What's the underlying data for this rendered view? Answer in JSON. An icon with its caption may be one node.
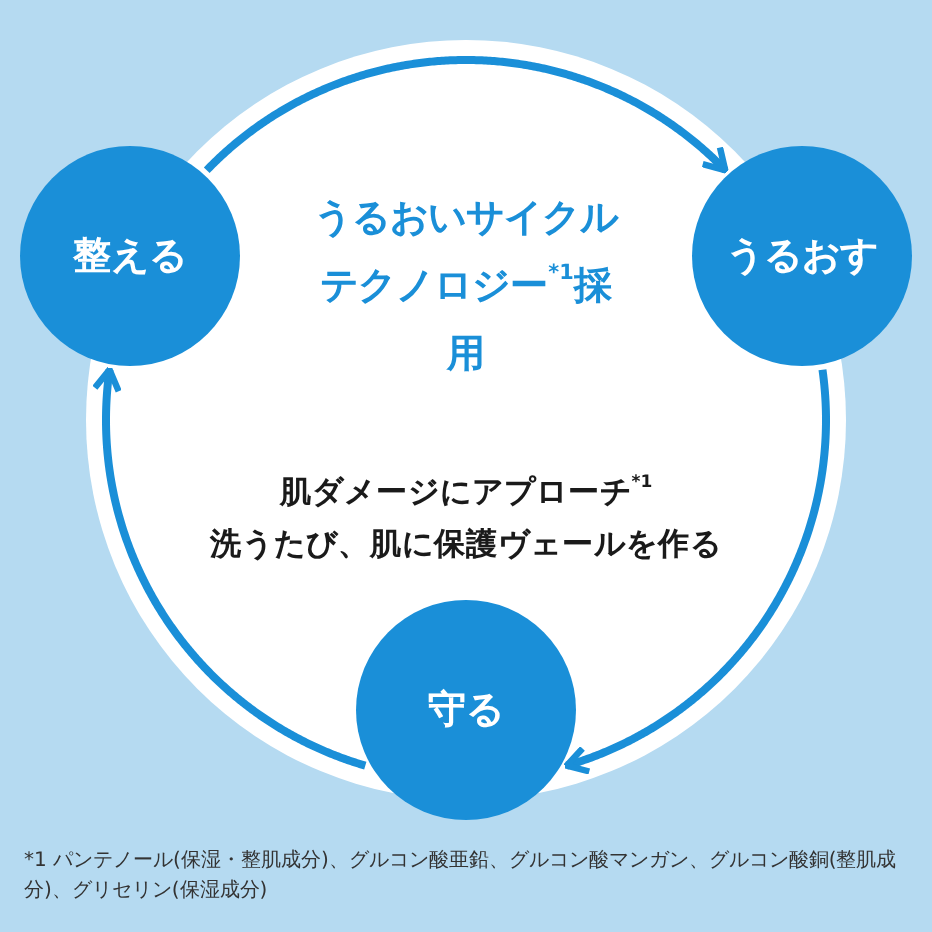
{
  "diagram": {
    "nodes": [
      {
        "text": [
          "整える"
        ]
      },
      {
        "text": [
          "うるおす"
        ]
      },
      {
        "text": [
          "守る"
        ]
      }
    ],
    "edges": [
      {
        "from": 0,
        "to": 1,
        "arrow": "to"
      },
      {
        "from": 1,
        "to": 2,
        "arrow": "to"
      },
      {
        "from": 2,
        "to": 0,
        "arrow": "to"
      }
    ],
    "labels": [
      "うるおいサイクルテクノロジー$^{*1}$採用",
      "肌ダメージにアプローチ$^{*1}$",
      "洗うたび、肌に保護ヴェールを作る",
      "*1 パンテノール(保湿・整肌成分)、グルコン酸亜鉛、グルコン酸マンガン、グルコン酸銅(整肌成分)、グリセリン(保湿成分)"
    ]
  }
}
